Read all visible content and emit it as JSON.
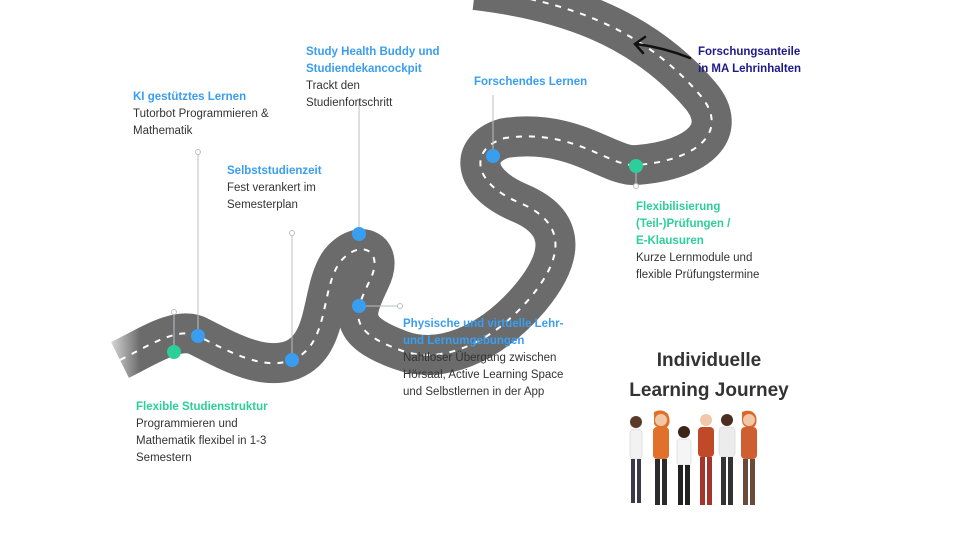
{
  "title_line1": "Individuelle",
  "title_line2": "Learning Journey",
  "research_note": {
    "line1": "Forschungsanteile",
    "line2": "in MA Lehrinhalten"
  },
  "milestones": {
    "flexible_struktur": {
      "title": "Flexible Studienstruktur",
      "line1": "Programmieren und",
      "line2": "Mathematik flexibel in 1-3",
      "line3": "Semestern"
    },
    "ki_lernen": {
      "title": "KI gestütztes Lernen",
      "line1": "Tutorbot Programmieren &",
      "line2": "Mathematik"
    },
    "selbststudienzeit": {
      "title": "Selbststudienzeit",
      "line1": "Fest verankert im",
      "line2": "Semesterplan"
    },
    "health_buddy": {
      "title_line1": "Study Health Buddy und",
      "title_line2": "Studiendekancockpit",
      "line1": "Trackt den",
      "line2": "Studienfortschritt"
    },
    "physische_virtuelle": {
      "title_line1": "Physische und virtuelle Lehr-",
      "title_line2": "und Lernumgebungen",
      "line1": "Nahtloser Übergang zwischen",
      "line2": "Hörsaal, Active Learning Space",
      "line3": "und Selbstlernen in der App"
    },
    "forschendes_lernen": {
      "title": "Forschendes Lernen"
    },
    "flexibilisierung": {
      "title_line1": "Flexibilisierung",
      "title_line2": "(Teil-)Prüfungen /",
      "title_line3": "E-Klausuren",
      "line1": "Kurze Lernmodule und",
      "line2": "flexible Prüfungstermine"
    }
  },
  "colors": {
    "road": "#6b6b6b",
    "blue_marker": "#3a9ef0",
    "green_marker": "#2ccf9a",
    "navy_text": "#1d1a8c"
  }
}
